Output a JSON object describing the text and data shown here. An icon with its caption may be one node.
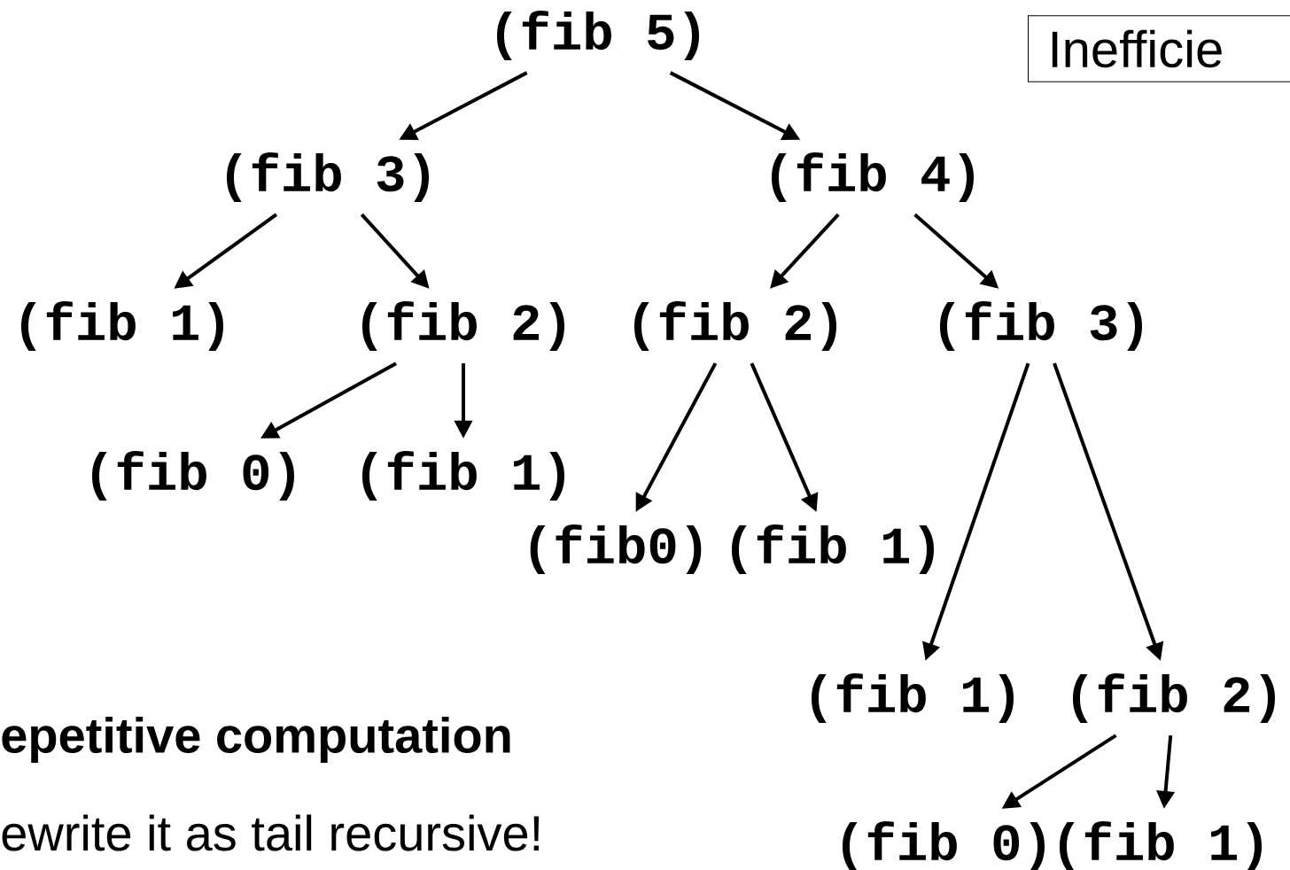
{
  "diagram": {
    "nodes": [
      {
        "text": [
          "(fib 5)"
        ]
      },
      {
        "text": [
          "(fib 3)"
        ]
      },
      {
        "text": [
          "(fib 4)"
        ]
      },
      {
        "text": [
          "(fib 1)"
        ]
      },
      {
        "text": [
          "(fib 2)"
        ]
      },
      {
        "text": [
          "(fib 2)"
        ]
      },
      {
        "text": [
          "(fib 3)"
        ]
      },
      {
        "text": [
          "(fib 0)"
        ]
      },
      {
        "text": [
          "(fib 1)"
        ]
      },
      {
        "text": [
          "(fib0)"
        ]
      },
      {
        "text": [
          "(fib 1)"
        ]
      },
      {
        "text": [
          "(fib 1)"
        ]
      },
      {
        "text": [
          "(fib 2)"
        ]
      },
      {
        "text": [
          "(fib 0)"
        ]
      },
      {
        "text": [
          "(fib 1)"
        ]
      },
      {
        "text": [
          "Inefficie"
        ]
      }
    ],
    "edges": [
      {
        "from": 0,
        "to": 1,
        "arrow": "to"
      },
      {
        "from": 0,
        "to": 2,
        "arrow": "to"
      },
      {
        "from": 1,
        "to": 3,
        "arrow": "to"
      },
      {
        "from": 1,
        "to": 4,
        "arrow": "to"
      },
      {
        "from": 2,
        "to": 5,
        "arrow": "to"
      },
      {
        "from": 2,
        "to": 6,
        "arrow": "to"
      },
      {
        "from": 4,
        "to": 7,
        "arrow": "to"
      },
      {
        "from": 4,
        "to": 8,
        "arrow": "to"
      },
      {
        "from": 5,
        "to": 9,
        "arrow": "to"
      },
      {
        "from": 5,
        "to": 10,
        "arrow": "to"
      },
      {
        "from": 6,
        "to": 11,
        "arrow": "to"
      },
      {
        "from": 6,
        "to": 12,
        "arrow": "to"
      },
      {
        "from": 12,
        "to": 13,
        "arrow": "to"
      },
      {
        "from": 12,
        "to": 14,
        "arrow": "to"
      }
    ],
    "labels": [
      "epetitive computation",
      "ewrite it as tail recursive!"
    ]
  }
}
